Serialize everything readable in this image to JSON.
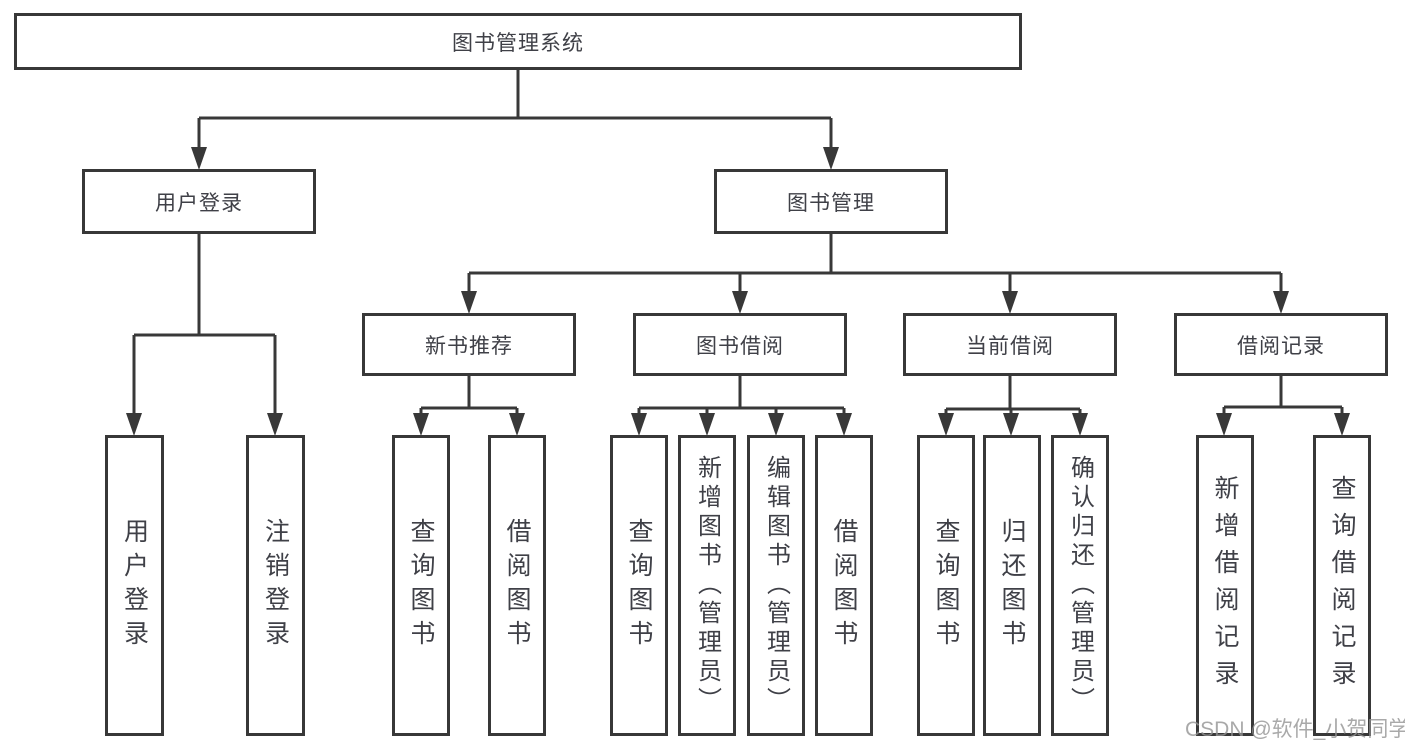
{
  "diagram": {
    "root": "图书管理系统",
    "branches": [
      {
        "label": "用户登录",
        "children": [
          {
            "label": "用户登录"
          },
          {
            "label": "注销登录"
          }
        ]
      },
      {
        "label": "图书管理",
        "sections": [
          {
            "label": "新书推荐",
            "children": [
              {
                "label": "查询图书"
              },
              {
                "label": "借阅图书"
              }
            ]
          },
          {
            "label": "图书借阅",
            "children": [
              {
                "label": "查询图书"
              },
              {
                "label": "新增图书（管理员）"
              },
              {
                "label": "编辑图书（管理员）"
              },
              {
                "label": "借阅图书"
              }
            ]
          },
          {
            "label": "当前借阅",
            "children": [
              {
                "label": "查询图书"
              },
              {
                "label": "归还图书"
              },
              {
                "label": "确认归还（管理员）"
              }
            ]
          },
          {
            "label": "借阅记录",
            "children": [
              {
                "label": "新增借阅记录"
              },
              {
                "label": "查询借阅记录"
              }
            ]
          }
        ]
      }
    ]
  },
  "watermark": "CSDN @软件_小贺同学",
  "colors": {
    "line": "#383838",
    "box_border": "#383838",
    "text": "#3f4047",
    "watermark": "#949494",
    "background": "#ffffff"
  }
}
